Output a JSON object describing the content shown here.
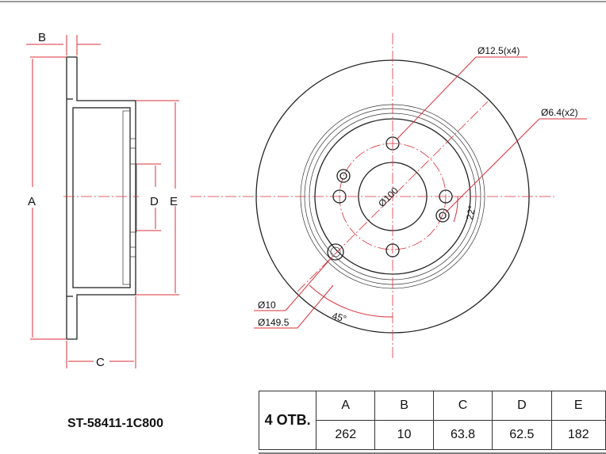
{
  "drawing": {
    "side_view_labels": {
      "A": "A",
      "B": "B",
      "C": "C",
      "D": "D",
      "E": "E"
    },
    "front_view_notes": {
      "bolt_holes": "Ø12.5(x4)",
      "pin_holes": "Ø6.4(x2)",
      "pcd": "Ø100",
      "angle_pin": "22°",
      "hole_small": "Ø10",
      "hole_circle": "Ø149.5",
      "angle_45": "45°"
    },
    "accent_color": "#d9303a"
  },
  "title_block": {
    "part_number": "ST-58411-1C800",
    "holes": "4 ОТВ.",
    "headers": [
      "A",
      "B",
      "C",
      "D",
      "E"
    ],
    "values": [
      "262",
      "10",
      "63.8",
      "62.5",
      "182"
    ]
  }
}
